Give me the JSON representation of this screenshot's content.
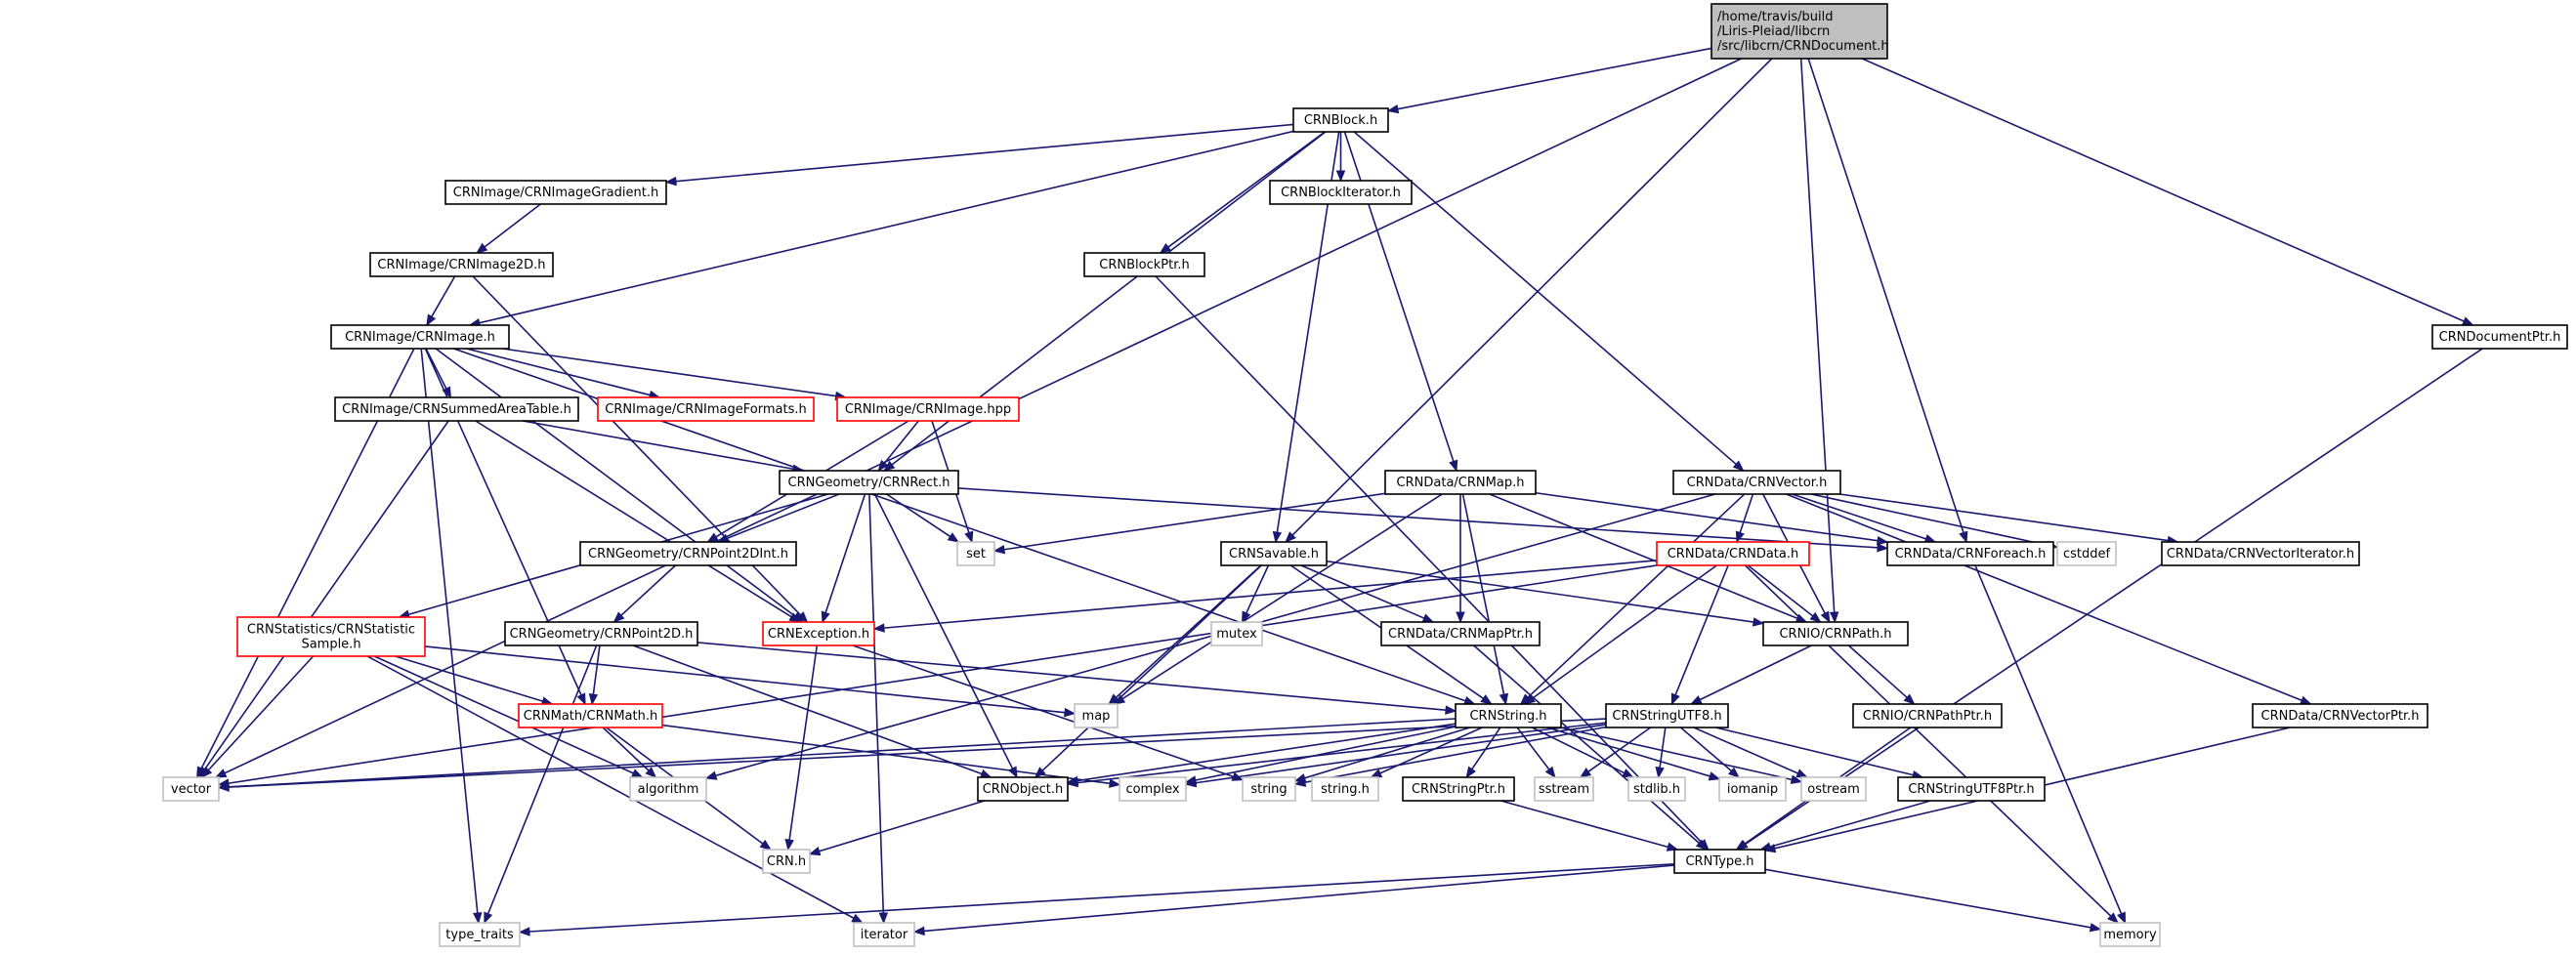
{
  "diagram": {
    "colors": {
      "edge": "#191970",
      "text": "#000000",
      "root_fill": "#bfbfbf",
      "border_black": "#000000",
      "border_red": "#ff0000",
      "border_gray": "#bfbfbf"
    },
    "nodes": [
      {
        "id": "root",
        "lines": [
          "/home/travis/build",
          "/Liris-Pleiad/libcrn",
          "/src/libcrn/CRNDocument.h"
        ],
        "style": "root"
      },
      {
        "id": "block",
        "lines": [
          "CRNBlock.h"
        ],
        "style": "black"
      },
      {
        "id": "gradient",
        "lines": [
          "CRNImage/CRNImageGradient.h"
        ],
        "style": "black"
      },
      {
        "id": "blockiter",
        "lines": [
          "CRNBlockIterator.h"
        ],
        "style": "black"
      },
      {
        "id": "image2d",
        "lines": [
          "CRNImage/CRNImage2D.h"
        ],
        "style": "black"
      },
      {
        "id": "blockptr",
        "lines": [
          "CRNBlockPtr.h"
        ],
        "style": "black"
      },
      {
        "id": "image",
        "lines": [
          "CRNImage/CRNImage.h"
        ],
        "style": "black"
      },
      {
        "id": "docptr",
        "lines": [
          "CRNDocumentPtr.h"
        ],
        "style": "black"
      },
      {
        "id": "summed",
        "lines": [
          "CRNImage/CRNSummedAreaTable.h"
        ],
        "style": "black"
      },
      {
        "id": "formats",
        "lines": [
          "CRNImage/CRNImageFormats.h"
        ],
        "style": "red"
      },
      {
        "id": "imagehpp",
        "lines": [
          "CRNImage/CRNImage.hpp"
        ],
        "style": "red"
      },
      {
        "id": "rect",
        "lines": [
          "CRNGeometry/CRNRect.h"
        ],
        "style": "black"
      },
      {
        "id": "map",
        "lines": [
          "CRNData/CRNMap.h"
        ],
        "style": "black"
      },
      {
        "id": "vector",
        "lines": [
          "CRNData/CRNVector.h"
        ],
        "style": "black"
      },
      {
        "id": "set",
        "lines": [
          "set"
        ],
        "style": "gray"
      },
      {
        "id": "point2dint",
        "lines": [
          "CRNGeometry/CRNPoint2DInt.h"
        ],
        "style": "black"
      },
      {
        "id": "savable",
        "lines": [
          "CRNSavable.h"
        ],
        "style": "black"
      },
      {
        "id": "data",
        "lines": [
          "CRNData/CRNData.h"
        ],
        "style": "red"
      },
      {
        "id": "foreach",
        "lines": [
          "CRNData/CRNForeach.h"
        ],
        "style": "black"
      },
      {
        "id": "cstddef",
        "lines": [
          "cstddef"
        ],
        "style": "gray"
      },
      {
        "id": "vectoriter",
        "lines": [
          "CRNData/CRNVectorIterator.h"
        ],
        "style": "black"
      },
      {
        "id": "statsample",
        "lines": [
          "CRNStatistics/CRNStatistic",
          "Sample.h"
        ],
        "style": "red"
      },
      {
        "id": "point2d",
        "lines": [
          "CRNGeometry/CRNPoint2D.h"
        ],
        "style": "black"
      },
      {
        "id": "exception",
        "lines": [
          "CRNException.h"
        ],
        "style": "red"
      },
      {
        "id": "mutex",
        "lines": [
          "mutex"
        ],
        "style": "gray"
      },
      {
        "id": "mapptr",
        "lines": [
          "CRNData/CRNMapPtr.h"
        ],
        "style": "black"
      },
      {
        "id": "path",
        "lines": [
          "CRNIO/CRNPath.h"
        ],
        "style": "black"
      },
      {
        "id": "math",
        "lines": [
          "CRNMath/CRNMath.h"
        ],
        "style": "red"
      },
      {
        "id": "mapstd",
        "lines": [
          "map"
        ],
        "style": "gray"
      },
      {
        "id": "string",
        "lines": [
          "CRNString.h"
        ],
        "style": "black"
      },
      {
        "id": "stringutf8",
        "lines": [
          "CRNStringUTF8.h"
        ],
        "style": "black"
      },
      {
        "id": "pathptr",
        "lines": [
          "CRNIO/CRNPathPtr.h"
        ],
        "style": "black"
      },
      {
        "id": "vectorptr",
        "lines": [
          "CRNData/CRNVectorPtr.h"
        ],
        "style": "black"
      },
      {
        "id": "vectorstd",
        "lines": [
          "vector"
        ],
        "style": "gray"
      },
      {
        "id": "algorithm",
        "lines": [
          "algorithm"
        ],
        "style": "gray"
      },
      {
        "id": "object",
        "lines": [
          "CRNObject.h"
        ],
        "style": "black"
      },
      {
        "id": "complex",
        "lines": [
          "complex"
        ],
        "style": "gray"
      },
      {
        "id": "stdstring",
        "lines": [
          "string"
        ],
        "style": "gray"
      },
      {
        "id": "stringh",
        "lines": [
          "string.h"
        ],
        "style": "gray"
      },
      {
        "id": "stringptr",
        "lines": [
          "CRNStringPtr.h"
        ],
        "style": "black"
      },
      {
        "id": "sstream",
        "lines": [
          "sstream"
        ],
        "style": "gray"
      },
      {
        "id": "stdlib",
        "lines": [
          "stdlib.h"
        ],
        "style": "gray"
      },
      {
        "id": "iomanip",
        "lines": [
          "iomanip"
        ],
        "style": "gray"
      },
      {
        "id": "ostream",
        "lines": [
          "ostream"
        ],
        "style": "gray"
      },
      {
        "id": "utf8ptr",
        "lines": [
          "CRNStringUTF8Ptr.h"
        ],
        "style": "black"
      },
      {
        "id": "crnh",
        "lines": [
          "CRN.h"
        ],
        "style": "gray"
      },
      {
        "id": "type",
        "lines": [
          "CRNType.h"
        ],
        "style": "black"
      },
      {
        "id": "typetraits",
        "lines": [
          "type_traits"
        ],
        "style": "gray"
      },
      {
        "id": "iterator",
        "lines": [
          "iterator"
        ],
        "style": "gray"
      },
      {
        "id": "memory",
        "lines": [
          "memory"
        ],
        "style": "gray"
      }
    ],
    "edges": [
      [
        "root",
        "block"
      ],
      [
        "root",
        "vectorstd"
      ],
      [
        "root",
        "savable"
      ],
      [
        "root",
        "foreach"
      ],
      [
        "root",
        "path"
      ],
      [
        "root",
        "docptr"
      ],
      [
        "block",
        "gradient"
      ],
      [
        "block",
        "blockiter"
      ],
      [
        "block",
        "blockptr"
      ],
      [
        "block",
        "image"
      ],
      [
        "block",
        "rect"
      ],
      [
        "block",
        "map"
      ],
      [
        "block",
        "vector"
      ],
      [
        "block",
        "savable"
      ],
      [
        "gradient",
        "image2d"
      ],
      [
        "image2d",
        "image"
      ],
      [
        "image2d",
        "exception"
      ],
      [
        "blockptr",
        "type"
      ],
      [
        "image",
        "summed"
      ],
      [
        "image",
        "formats"
      ],
      [
        "image",
        "imagehpp"
      ],
      [
        "image",
        "string"
      ],
      [
        "image",
        "vectorstd"
      ],
      [
        "image",
        "exception"
      ],
      [
        "image",
        "math"
      ],
      [
        "image",
        "typetraits"
      ],
      [
        "summed",
        "rect"
      ],
      [
        "summed",
        "vectorstd"
      ],
      [
        "summed",
        "exception"
      ],
      [
        "imagehpp",
        "rect"
      ],
      [
        "imagehpp",
        "set"
      ],
      [
        "imagehpp",
        "point2dint"
      ],
      [
        "rect",
        "set"
      ],
      [
        "rect",
        "point2dint"
      ],
      [
        "rect",
        "foreach"
      ],
      [
        "rect",
        "statsample"
      ],
      [
        "rect",
        "exception"
      ],
      [
        "rect",
        "object"
      ],
      [
        "rect",
        "iterator"
      ],
      [
        "point2dint",
        "point2d"
      ],
      [
        "map",
        "set"
      ],
      [
        "map",
        "foreach"
      ],
      [
        "map",
        "mapstd"
      ],
      [
        "map",
        "mapptr"
      ],
      [
        "map",
        "string"
      ],
      [
        "map",
        "path"
      ],
      [
        "vector",
        "foreach"
      ],
      [
        "vector",
        "cstddef"
      ],
      [
        "vector",
        "vectoriter"
      ],
      [
        "vector",
        "data"
      ],
      [
        "vector",
        "vectorptr"
      ],
      [
        "vector",
        "algorithm"
      ],
      [
        "vector",
        "string"
      ],
      [
        "vector",
        "path"
      ],
      [
        "savable",
        "mutex"
      ],
      [
        "savable",
        "mapstd"
      ],
      [
        "savable",
        "mapptr"
      ],
      [
        "savable",
        "string"
      ],
      [
        "savable",
        "object"
      ],
      [
        "savable",
        "path"
      ],
      [
        "data",
        "exception"
      ],
      [
        "data",
        "vectorstd"
      ],
      [
        "data",
        "string"
      ],
      [
        "data",
        "stringutf8"
      ],
      [
        "data",
        "path"
      ],
      [
        "data",
        "memory"
      ],
      [
        "statsample",
        "math"
      ],
      [
        "statsample",
        "vectorstd"
      ],
      [
        "statsample",
        "algorithm"
      ],
      [
        "statsample",
        "iterator"
      ],
      [
        "statsample",
        "mapstd"
      ],
      [
        "point2d",
        "math"
      ],
      [
        "point2d",
        "typetraits"
      ],
      [
        "point2d",
        "string"
      ],
      [
        "point2d",
        "object"
      ],
      [
        "exception",
        "crnh"
      ],
      [
        "exception",
        "stdstring"
      ],
      [
        "mapptr",
        "type"
      ],
      [
        "path",
        "stringutf8"
      ],
      [
        "path",
        "pathptr"
      ],
      [
        "math",
        "algorithm"
      ],
      [
        "math",
        "crnh"
      ],
      [
        "math",
        "complex"
      ],
      [
        "string",
        "vectorstd"
      ],
      [
        "string",
        "object"
      ],
      [
        "string",
        "complex"
      ],
      [
        "string",
        "stdstring"
      ],
      [
        "string",
        "stringh"
      ],
      [
        "string",
        "stringptr"
      ],
      [
        "string",
        "sstream"
      ],
      [
        "string",
        "stdlib"
      ],
      [
        "string",
        "iomanip"
      ],
      [
        "string",
        "ostream"
      ],
      [
        "stringutf8",
        "object"
      ],
      [
        "stringutf8",
        "vectorstd"
      ],
      [
        "stringutf8",
        "complex"
      ],
      [
        "stringutf8",
        "stdstring"
      ],
      [
        "stringutf8",
        "sstream"
      ],
      [
        "stringutf8",
        "stdlib"
      ],
      [
        "stringutf8",
        "iomanip"
      ],
      [
        "stringutf8",
        "ostream"
      ],
      [
        "stringutf8",
        "utf8ptr"
      ],
      [
        "pathptr",
        "type"
      ],
      [
        "vectorptr",
        "type"
      ],
      [
        "docptr",
        "type"
      ],
      [
        "stringptr",
        "type"
      ],
      [
        "utf8ptr",
        "type"
      ],
      [
        "object",
        "crnh"
      ],
      [
        "type",
        "typetraits"
      ],
      [
        "type",
        "iterator"
      ],
      [
        "type",
        "memory"
      ],
      [
        "foreach",
        "memory"
      ]
    ]
  }
}
